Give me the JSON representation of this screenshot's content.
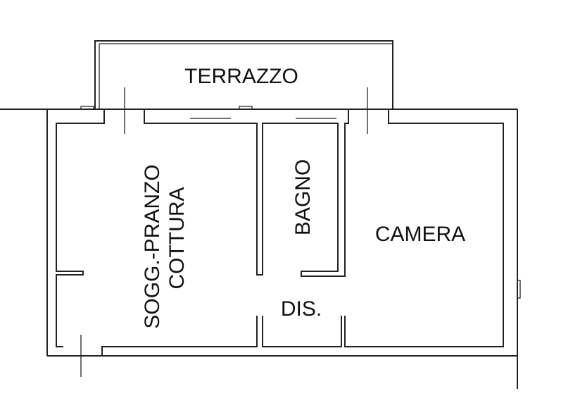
{
  "plan": {
    "rooms": {
      "terrace": "TERRAZZO",
      "living_line1": "SOGG.-PRANZO",
      "living_line2": "COTTURA",
      "bathroom": "BAGNO",
      "bedroom": "CAMERA",
      "hall": "DIS."
    },
    "colors": {
      "line": "#222222",
      "background": "#ffffff"
    }
  }
}
